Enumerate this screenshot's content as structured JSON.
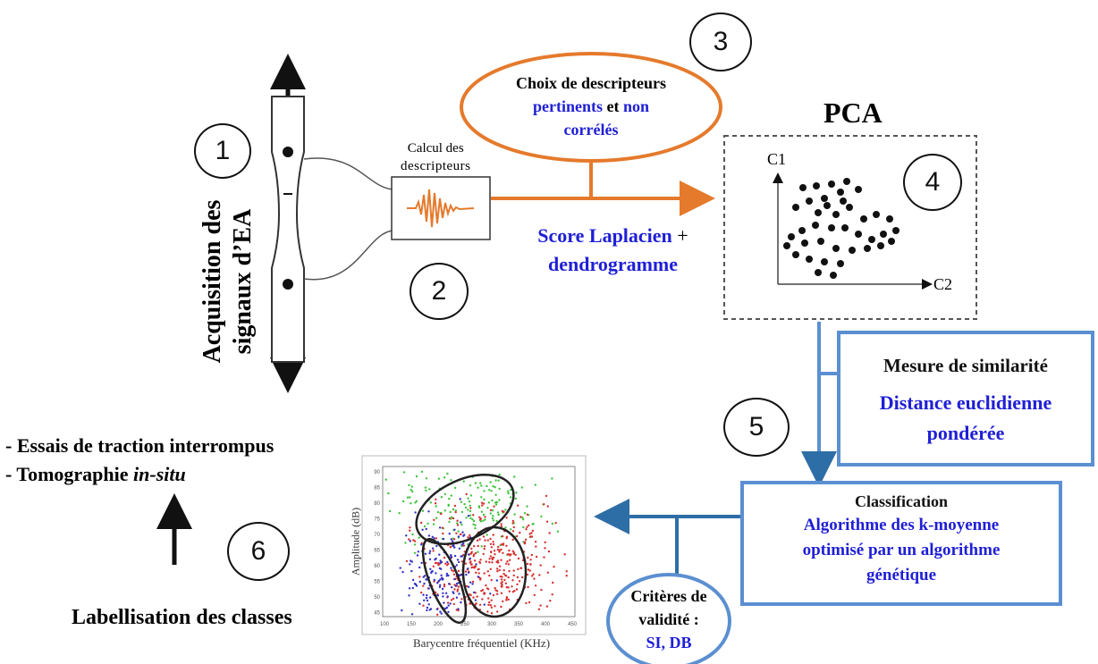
{
  "step_numbers": [
    "1",
    "2",
    "3",
    "4",
    "5",
    "6"
  ],
  "acquisition": {
    "line1": "Acquisition des",
    "line2": "signaux d’EA"
  },
  "calcul": {
    "line1": "Calcul des",
    "line2": "descripteurs"
  },
  "choix": {
    "line1": "Choix de descripteurs",
    "line2_blue": "pertinents",
    "line2_black": " et ",
    "line2_blue2": "non",
    "line3_blue": "corrélés"
  },
  "score": {
    "line1_blue": "Score Laplacien",
    "line1_black": " +",
    "line2_blue": "dendrogramme"
  },
  "pca": {
    "title": "PCA",
    "axis_y": "C1",
    "axis_x": "C2"
  },
  "similarite": {
    "title": "Mesure de similarité",
    "line1": "Distance euclidienne",
    "line2": "pondérée"
  },
  "classification": {
    "title": "Classification",
    "line1": "Algorithme des k-moyenne",
    "line2": "optimisé par un algorithme",
    "line3": "génétique"
  },
  "criteres": {
    "line1": "Critères de",
    "line2": "validité :",
    "line3": "SI, DB"
  },
  "essais": {
    "line1": "- Essais de traction interrompus",
    "line2_prefix": "- Tomographie ",
    "line2_italic": "in-situ"
  },
  "labellisation": "Labellisation des classes",
  "scatter": {
    "xlabel": "Barycentre fréquentiel (KHz)",
    "ylabel": "Amplitude (dB)",
    "xticks": [
      "100",
      "150",
      "200",
      "250",
      "300",
      "350",
      "400",
      "450"
    ],
    "yticks": [
      "90",
      "85",
      "80",
      "75",
      "70",
      "65",
      "60",
      "55",
      "50",
      "45"
    ],
    "colors": {
      "green": "#3cc43c",
      "red": "#d83030",
      "blue": "#3030c8"
    }
  },
  "colors": {
    "orange": "#e57a2c",
    "steel_blue": "#2e6ea6",
    "box_blue": "#5b8fd1",
    "label_blue": "#1f1fd6"
  }
}
